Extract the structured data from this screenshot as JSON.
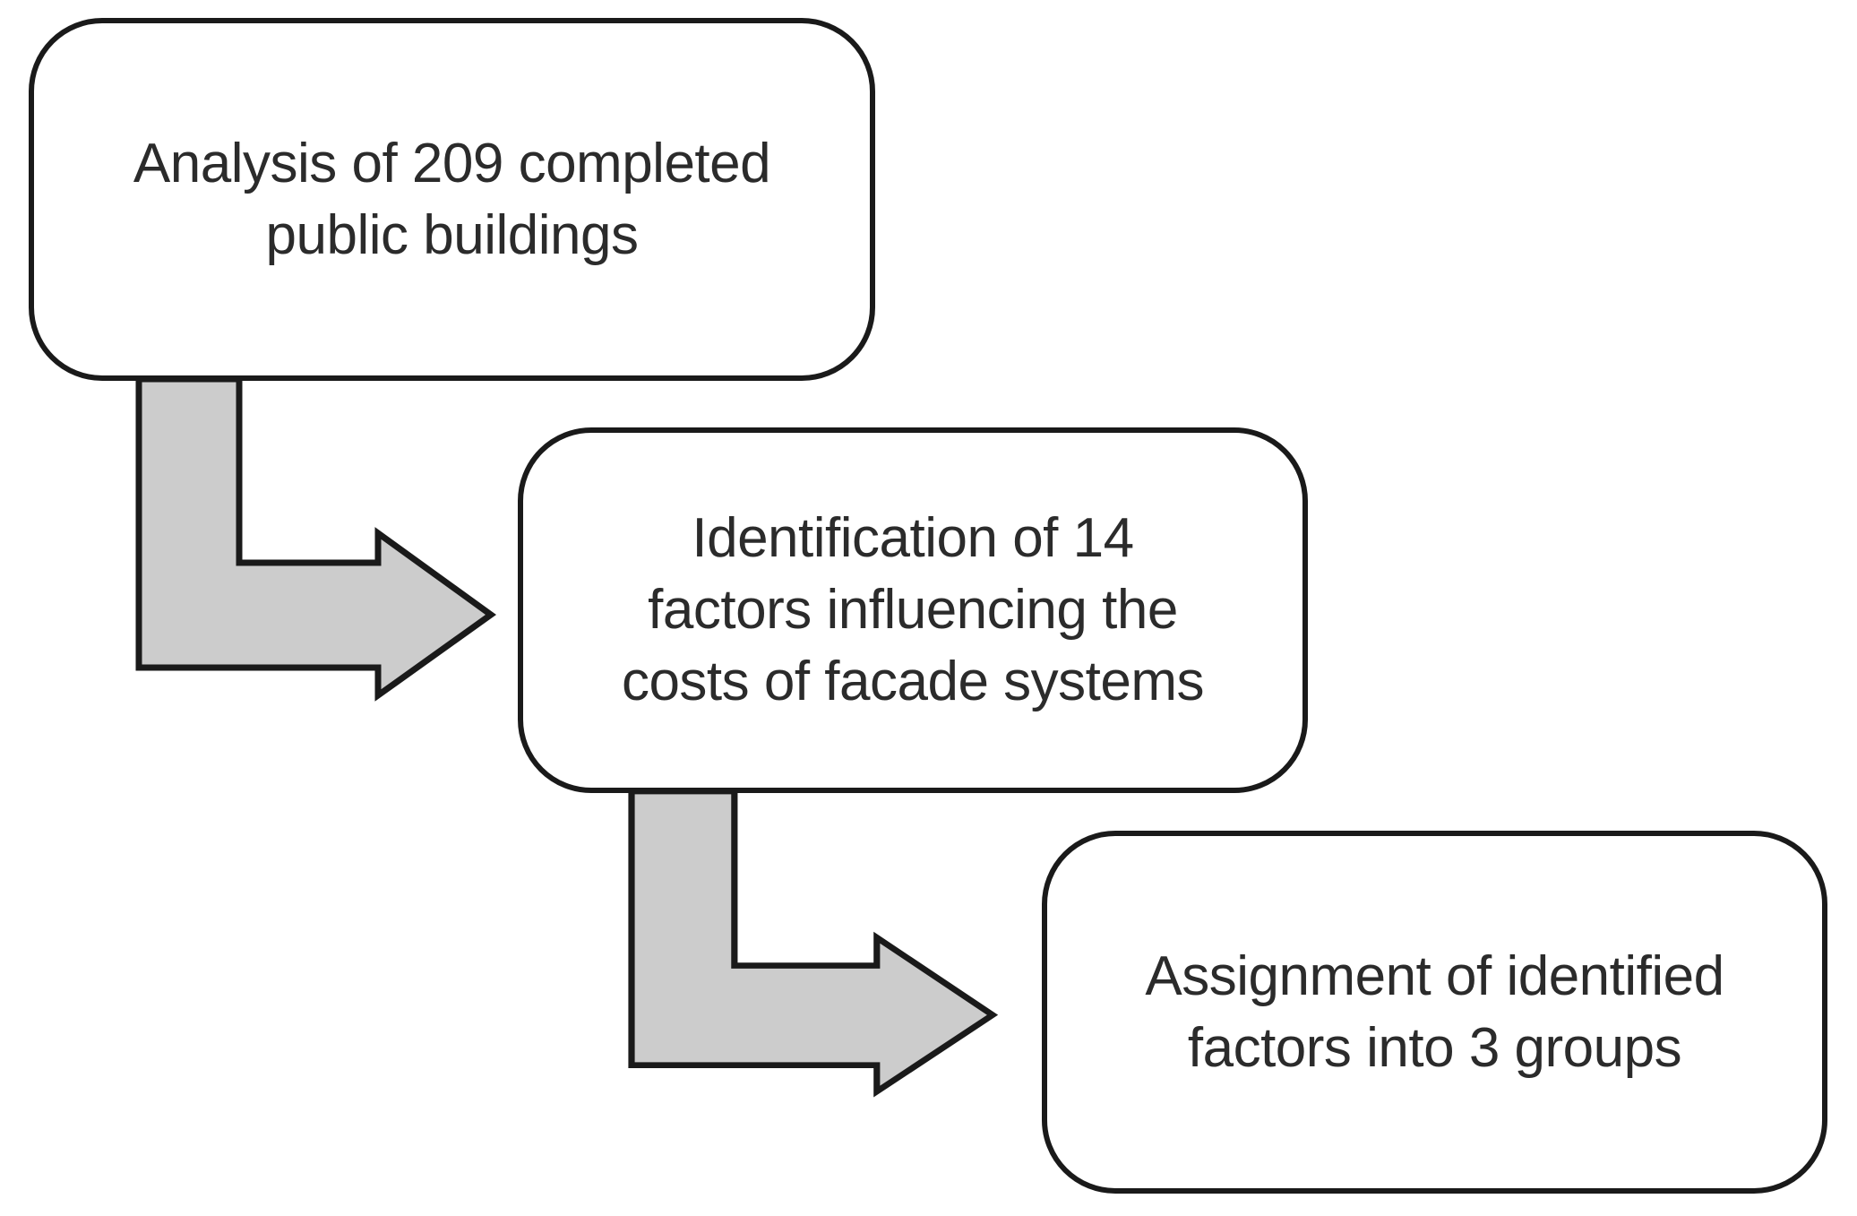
{
  "colors": {
    "background": "#ffffff",
    "box_fill": "#ffffff",
    "border": "#1a1a1a",
    "arrow_fill": "#cccccc",
    "text": "#2b2b2b"
  },
  "diagram": {
    "type": "flowchart",
    "step_count": 3,
    "boxes": [
      {
        "id": "analysis",
        "lines": [
          "Analysis of 209 completed",
          "public buildings"
        ],
        "text": "Analysis of 209 completed public buildings"
      },
      {
        "id": "identification",
        "lines": [
          "Identification of 14",
          "factors influencing the",
          "costs of facade systems"
        ],
        "text": "Identification of 14 factors influencing the costs of facade systems"
      },
      {
        "id": "assignment",
        "lines": [
          "Assignment of identified",
          "factors into 3 groups"
        ],
        "text": "Assignment of identified factors into 3 groups"
      }
    ],
    "connectors": [
      {
        "from": "analysis",
        "to": "identification",
        "shape": "elbow-down-right-arrow"
      },
      {
        "from": "identification",
        "to": "assignment",
        "shape": "elbow-down-right-arrow"
      }
    ]
  }
}
